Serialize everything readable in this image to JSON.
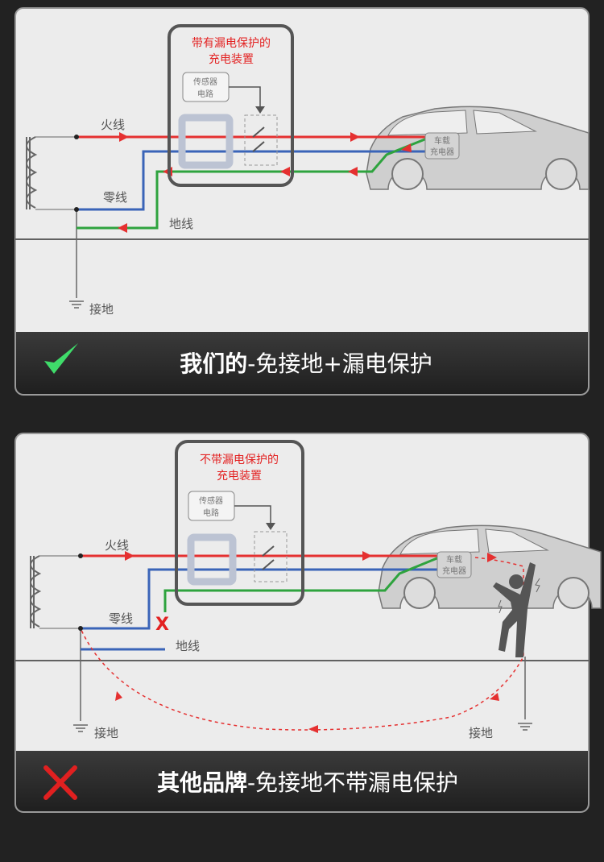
{
  "panel_good": {
    "device_title_1": "带有漏电保护的",
    "device_title_2": "充电装置",
    "sensor_1": "传感器",
    "sensor_2": "电路",
    "charger_1": "车载",
    "charger_2": "充电器",
    "live": "火线",
    "neutral": "零线",
    "earth": "地线",
    "ground": "接地",
    "caption_bold": "我们的",
    "caption_rest": "-免接地+漏电保护",
    "status_icon": "check-icon"
  },
  "panel_bad": {
    "device_title_1": "不带漏电保护的",
    "device_title_2": "充电装置",
    "sensor_1": "传感器",
    "sensor_2": "电路",
    "charger_1": "车载",
    "charger_2": "充电器",
    "live": "火线",
    "neutral": "零线",
    "earth": "地线",
    "ground_left": "接地",
    "ground_right": "接地",
    "break_mark": "X",
    "caption_bold": "其他品牌",
    "caption_rest": "-免接地不带漏电保护",
    "status_icon": "cross-icon"
  },
  "colors": {
    "live": "#e53030",
    "neutral": "#3a64b8",
    "earth": "#2ea33e",
    "background": "#222222",
    "panel": "#ececec"
  }
}
